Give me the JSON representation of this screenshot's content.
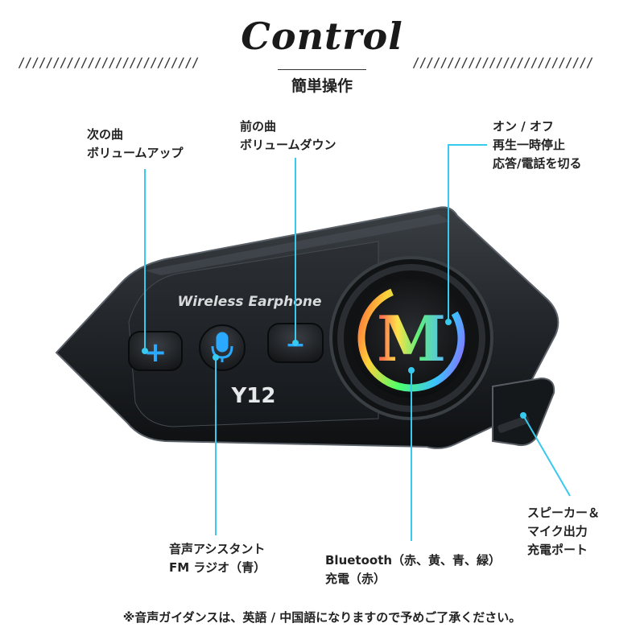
{
  "header": {
    "title": "Control",
    "subtitle": "簡単操作",
    "hatch_left": "//////////////////////////",
    "hatch_right": "//////////////////////////"
  },
  "device": {
    "brand_text": "Wireless Earphone",
    "model": "Y12",
    "logo_letter": "M",
    "plus_glyph": "+",
    "minus_glyph": "−"
  },
  "callouts": {
    "next_track": "次の曲\nボリュームアップ",
    "prev_track": "前の曲\nボリュームダウン",
    "power": "オン / オフ\n再生一時停止\n応答/電話を切る",
    "voice": "音声アシスタント\nFM ラジオ（青）",
    "bluetooth": "Bluetooth（赤、黄、青、緑）\n充電（赤）",
    "speaker": "スピーカー＆\nマイク出力\n充電ポート"
  },
  "footer": {
    "note": "※音声ガイダンスは、英語 / 中国語になりますので予めご了承ください。"
  },
  "colors": {
    "accent": "#37c9ee",
    "button_glow": "#2aa9ff",
    "body": "#1e2226"
  },
  "icons": [
    "plus-icon",
    "microphone-icon",
    "minus-icon",
    "logo-m-icon"
  ]
}
